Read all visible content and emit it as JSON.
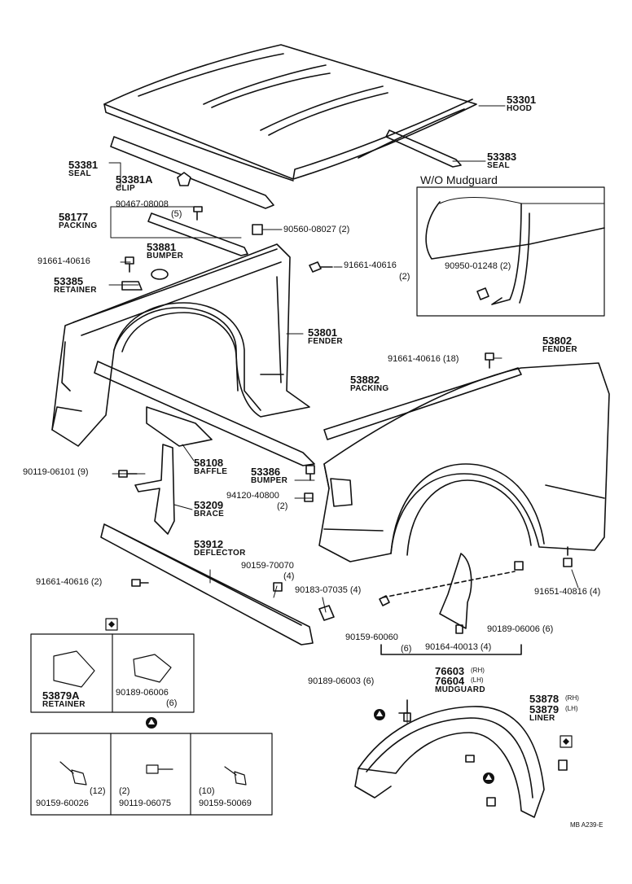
{
  "parts": {
    "hood": {
      "number": "53301",
      "name": "HOOD"
    },
    "hood_seal": {
      "number": "53383",
      "name": "SEAL"
    },
    "seal": {
      "number": "53381",
      "name": "SEAL"
    },
    "clip": {
      "number": "53381A",
      "name": "CLIP"
    },
    "packing_front": {
      "number": "58177",
      "name": "PACKING"
    },
    "bolt_90467": {
      "number": "90467-08008",
      "qty": "(5)"
    },
    "nut_90560": {
      "number": "90560-08027 (2)"
    },
    "bumper_53881": {
      "number": "53881",
      "name": "BUMPER"
    },
    "bolt_91661_a": {
      "number": "91661-40616"
    },
    "bolt_91661_b": {
      "number": "91661-40616",
      "qty": "(2)"
    },
    "retainer_53385": {
      "number": "53385",
      "name": "RETAINER"
    },
    "fender_lh": {
      "number": "53801",
      "name": "FENDER"
    },
    "fender_rh": {
      "number": "53802",
      "name": "FENDER"
    },
    "bolt_91661_c": {
      "number": "91661-40616 (18)"
    },
    "packing_53882": {
      "number": "53882",
      "name": "PACKING"
    },
    "baffle": {
      "number": "58108",
      "name": "BAFFLE"
    },
    "bolt_90119": {
      "number": "90119-06101 (9)"
    },
    "bumper_53386": {
      "number": "53386",
      "name": "BUMPER"
    },
    "nut_94120": {
      "number": "94120-40800",
      "qty": "(2)"
    },
    "brace": {
      "number": "53209",
      "name": "BRACE"
    },
    "deflector": {
      "number": "53912",
      "name": "DEFLECTOR"
    },
    "bolt_91661_d": {
      "number": "91661-40616 (2)"
    },
    "screw_90159_70070": {
      "number": "90159-70070",
      "qty": "(4)"
    },
    "nut_90183": {
      "number": "90183-07035 (4)"
    },
    "bolt_91651": {
      "number": "91651-40816 (4)"
    },
    "screw_90159_60060": {
      "number": "90159-60060",
      "qty": "(6)"
    },
    "nut_90164": {
      "number": "90164-40013 (4)"
    },
    "nut_90189_06006": {
      "number": "90189-06006 (6)"
    },
    "nut_90189_06003": {
      "number": "90189-06003 (6)"
    },
    "mudguard": {
      "number_rh": "76603",
      "tag_rh": "(RH)",
      "number_lh": "76604",
      "tag_lh": "(LH)",
      "name": "MUDGUARD"
    },
    "liner": {
      "number_rh": "53878",
      "tag_rh": "(RH)",
      "number_lh": "53879",
      "tag_lh": "(LH)",
      "name": "LINER"
    },
    "screw_90950": {
      "number": "90950-01248 (2)"
    }
  },
  "inset": {
    "title": "W/O Mudguard"
  },
  "legend_diamond": [
    {
      "number": "53879A",
      "name": "RETAINER"
    },
    {
      "number": "90189-06006",
      "qty": "(6)"
    }
  ],
  "legend_triangle": [
    {
      "number": "90159-60026",
      "qty": "(12)"
    },
    {
      "number": "90119-06075",
      "qty": "(2)"
    },
    {
      "number": "90159-50069",
      "qty": "(10)"
    }
  ],
  "footer": {
    "code": "MB  A239-E"
  }
}
